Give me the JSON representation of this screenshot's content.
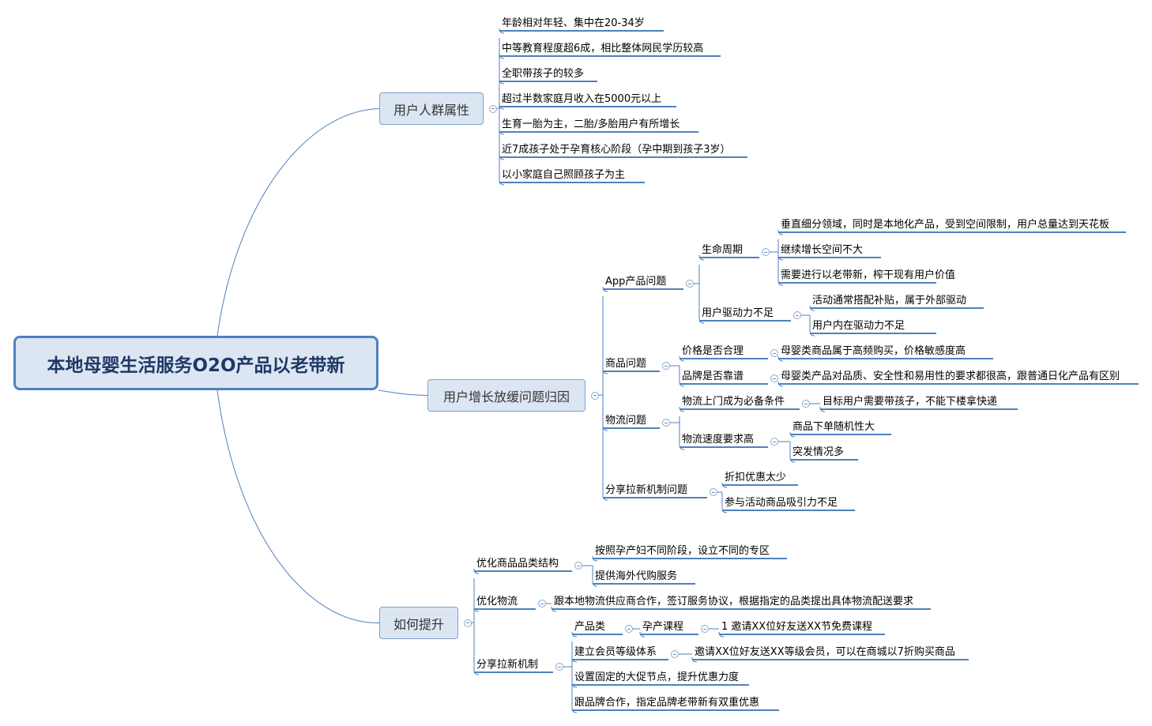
{
  "mindmap": {
    "root": "本地母婴生活服务O2O产品以老带新",
    "colors": {
      "line": "#4f81bd",
      "root_fill": "#dce6f3",
      "root_text": "#1f3864"
    },
    "branches": [
      {
        "label": "用户人群属性",
        "children": [
          {
            "label": "年龄相对年轻、集中在20-34岁"
          },
          {
            "label": "中等教育程度超6成，相比整体网民学历较高"
          },
          {
            "label": "全职带孩子的较多"
          },
          {
            "label": "超过半数家庭月收入在5000元以上"
          },
          {
            "label": "生育一胎为主，二胎/多胎用户有所增长"
          },
          {
            "label": "近7成孩子处于孕育核心阶段（孕中期到孩子3岁）"
          },
          {
            "label": "以小家庭自己照顾孩子为主"
          }
        ]
      },
      {
        "label": "用户增长放缓问题归因",
        "children": [
          {
            "label": "App产品问题",
            "children": [
              {
                "label": "生命周期",
                "children": [
                  {
                    "label": "垂直细分领域，同时是本地化产品，受到空间限制，用户总量达到天花板"
                  },
                  {
                    "label": "继续增长空间不大"
                  },
                  {
                    "label": "需要进行以老带新，榨干现有用户价值"
                  }
                ]
              },
              {
                "label": "用户驱动力不足",
                "children": [
                  {
                    "label": "活动通常搭配补贴，属于外部驱动"
                  },
                  {
                    "label": "用户内在驱动力不足"
                  }
                ]
              }
            ]
          },
          {
            "label": "商品问题",
            "children": [
              {
                "label": "价格是否合理",
                "children": [
                  {
                    "label": "母婴类商品属于高频购买，价格敏感度高"
                  }
                ]
              },
              {
                "label": "品牌是否靠谱",
                "children": [
                  {
                    "label": "母婴类产品对品质、安全性和易用性的要求都很高，跟普通日化产品有区别"
                  }
                ]
              }
            ]
          },
          {
            "label": "物流问题",
            "children": [
              {
                "label": "物流上门成为必备条件",
                "children": [
                  {
                    "label": "目标用户需要带孩子，不能下楼拿快递"
                  }
                ]
              },
              {
                "label": "物流速度要求高",
                "children": [
                  {
                    "label": "商品下单随机性大"
                  },
                  {
                    "label": "突发情况多"
                  }
                ]
              }
            ]
          },
          {
            "label": "分享拉新机制问题",
            "children": [
              {
                "label": "折扣优惠太少"
              },
              {
                "label": "参与活动商品吸引力不足"
              }
            ]
          }
        ]
      },
      {
        "label": "如何提升",
        "children": [
          {
            "label": "优化商品品类结构",
            "children": [
              {
                "label": "按照孕产妇不同阶段，设立不同的专区"
              },
              {
                "label": "提供海外代购服务"
              }
            ]
          },
          {
            "label": "优化物流",
            "children": [
              {
                "label": "跟本地物流供应商合作，签订服务协议，根据指定的品类提出具体物流配送要求"
              }
            ]
          },
          {
            "label": "分享拉新机制",
            "children": [
              {
                "label": "产品类",
                "children": [
                  {
                    "label": "孕产课程",
                    "children": [
                      {
                        "label": "1 邀请XX位好友送XX节免费课程"
                      }
                    ]
                  }
                ]
              },
              {
                "label": "建立会员等级体系",
                "children": [
                  {
                    "label": "邀请XX位好友送XX等级会员，可以在商城以7折购买商品"
                  }
                ]
              },
              {
                "label": "设置固定的大促节点，提升优惠力度"
              },
              {
                "label": "跟品牌合作，指定品牌老带新有双重优惠"
              }
            ]
          }
        ]
      }
    ]
  }
}
